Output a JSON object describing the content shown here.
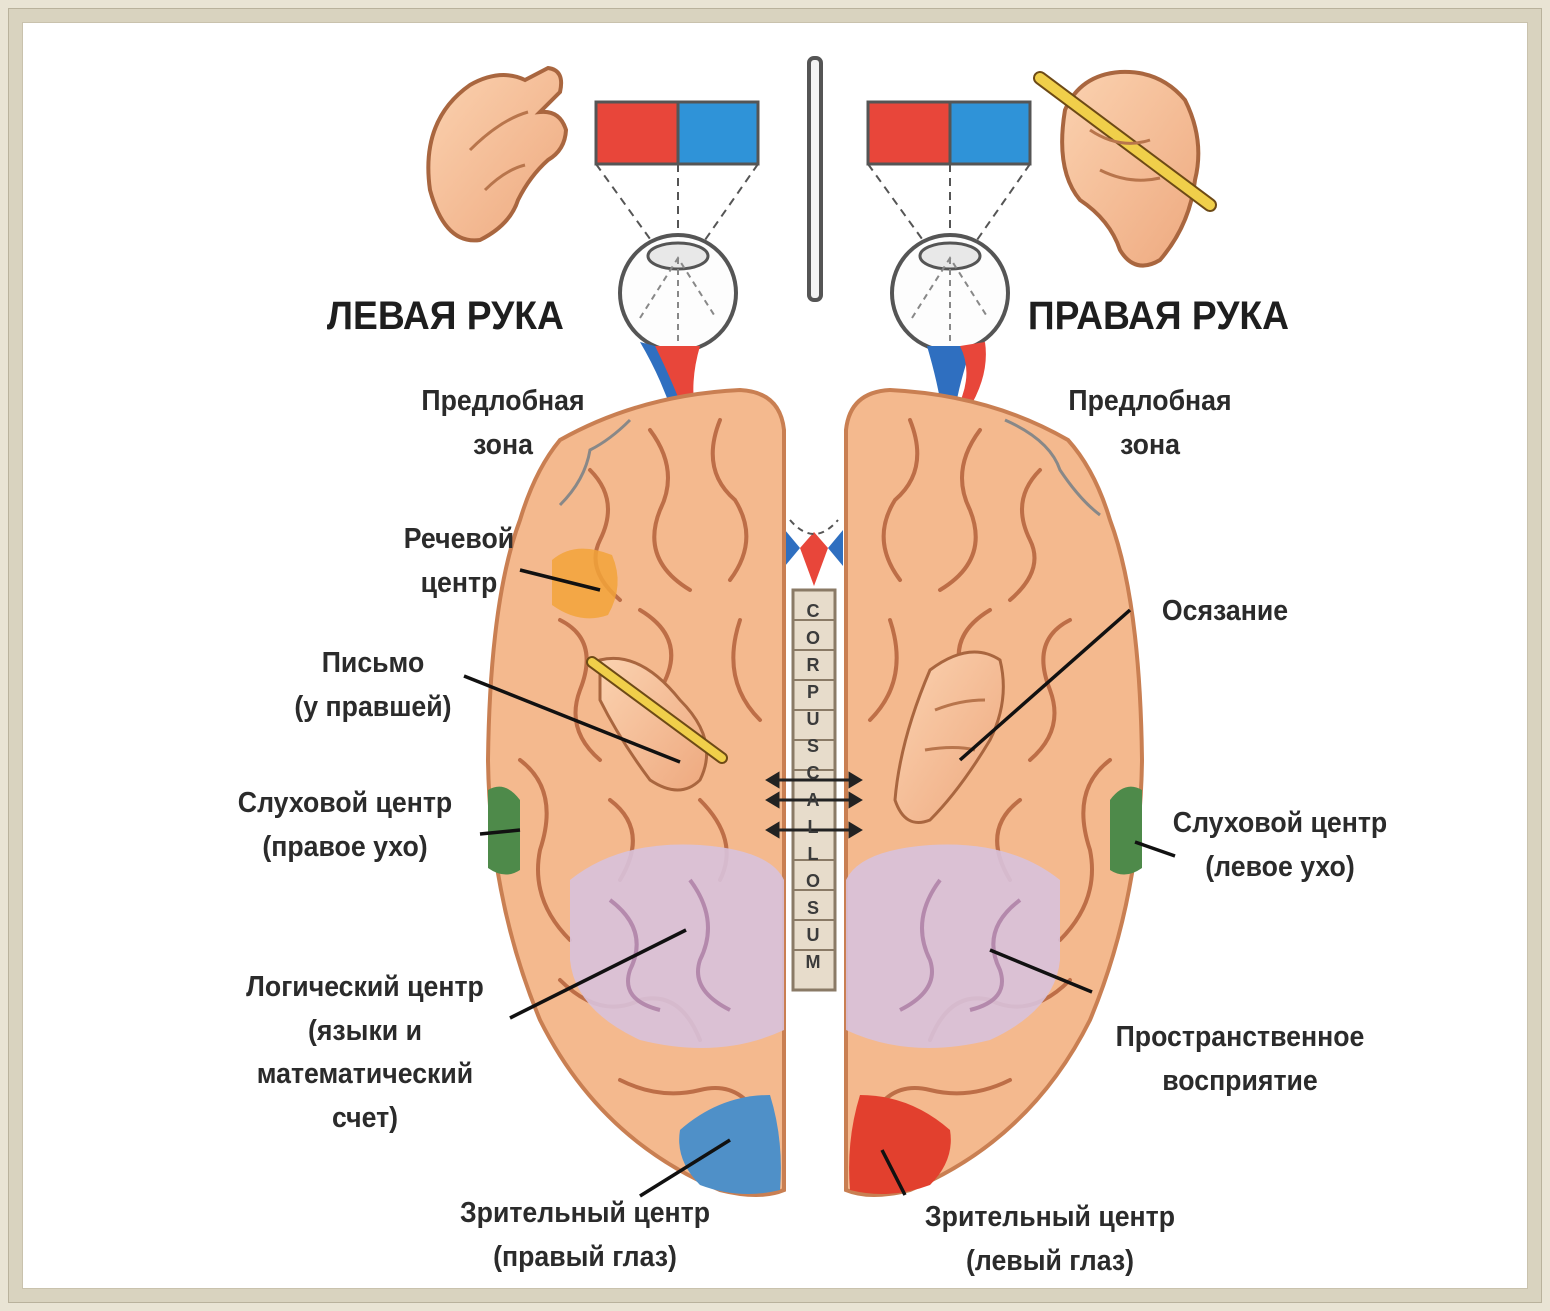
{
  "hands": {
    "left": "ЛЕВАЯ РУКА",
    "right": "ПРАВАЯ РУКА"
  },
  "left_labels": {
    "prefrontal": [
      "Предлобная",
      "зона"
    ],
    "speech": [
      "Речевой",
      "центр"
    ],
    "writing": [
      "Письмо",
      "(у правшей)"
    ],
    "auditory": [
      "Слуховой центр",
      "(правое ухо)"
    ],
    "logic": [
      "Логический центр",
      "(языки и",
      "математический",
      "счет)"
    ],
    "visual": [
      "Зрительный центр",
      "(правый глаз)"
    ]
  },
  "right_labels": {
    "prefrontal": [
      "Предлобная",
      "зона"
    ],
    "touch": [
      "Осязание"
    ],
    "auditory": [
      "Слуховой центр",
      "(левое ухо)"
    ],
    "spatial": [
      "Пространственное",
      "восприятие"
    ],
    "visual": [
      "Зрительный центр",
      "(левый глаз)"
    ]
  },
  "corpus_callosum": [
    "C",
    "O",
    "R",
    "P",
    "U",
    "S",
    "C",
    "A",
    "L",
    "L",
    "O",
    "S",
    "U",
    "M"
  ],
  "colors": {
    "brain": "#f4b98e",
    "brain_outline": "#c97f52",
    "sulcus": "#b4613b",
    "speech_zone": "#f2a33a",
    "auditory_zone": "#4e8a4a",
    "logic_zone": "#d8c2dc",
    "visual_right_eye": "#4f90c8",
    "visual_left_eye": "#e2402e",
    "red": "#e8463a",
    "blue": "#2f93d8"
  }
}
